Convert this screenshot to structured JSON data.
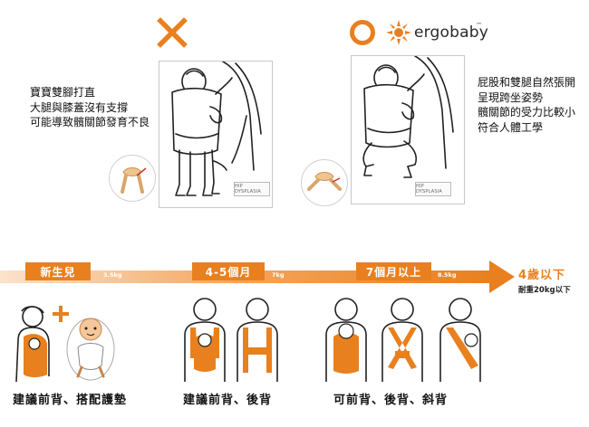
{
  "comparison": {
    "wrong": {
      "symbol": "X",
      "description": [
        "寶寶雙腳打直",
        "大腿與膝蓋沒有支撐",
        "可能導致髖關節發育不良"
      ],
      "badge": "HIP DYSPLASIA"
    },
    "right": {
      "symbol": "O",
      "brand": "ergobaby",
      "brand_mark": "™",
      "description": [
        "屁股和雙腿自然張開",
        "呈現跨坐姿勢",
        "髖關節的受力比較小",
        "符合人體工學"
      ],
      "badge": "HIP DYSPLASIA"
    }
  },
  "timeline": {
    "stages": [
      {
        "label": "新生兒",
        "weight": "3.5kg"
      },
      {
        "label": "4-5個月",
        "weight": "7kg"
      },
      {
        "label": "7個月以上",
        "weight": "8.5kg"
      }
    ],
    "end_label": "4歲以下",
    "end_weight": "耐重20kg以下"
  },
  "captions": [
    "建議前背、搭配護墊",
    "建議前背、後背",
    "可前背、後背、斜背"
  ],
  "colors": {
    "accent": "#e8801f",
    "line": "#222222",
    "panel_border": "#c8c8c8"
  },
  "icons": [
    "x-mark-icon",
    "circle-mark-icon",
    "ergobaby-sun-logo-icon",
    "timeline-arrow-icon",
    "plus-icon"
  ]
}
